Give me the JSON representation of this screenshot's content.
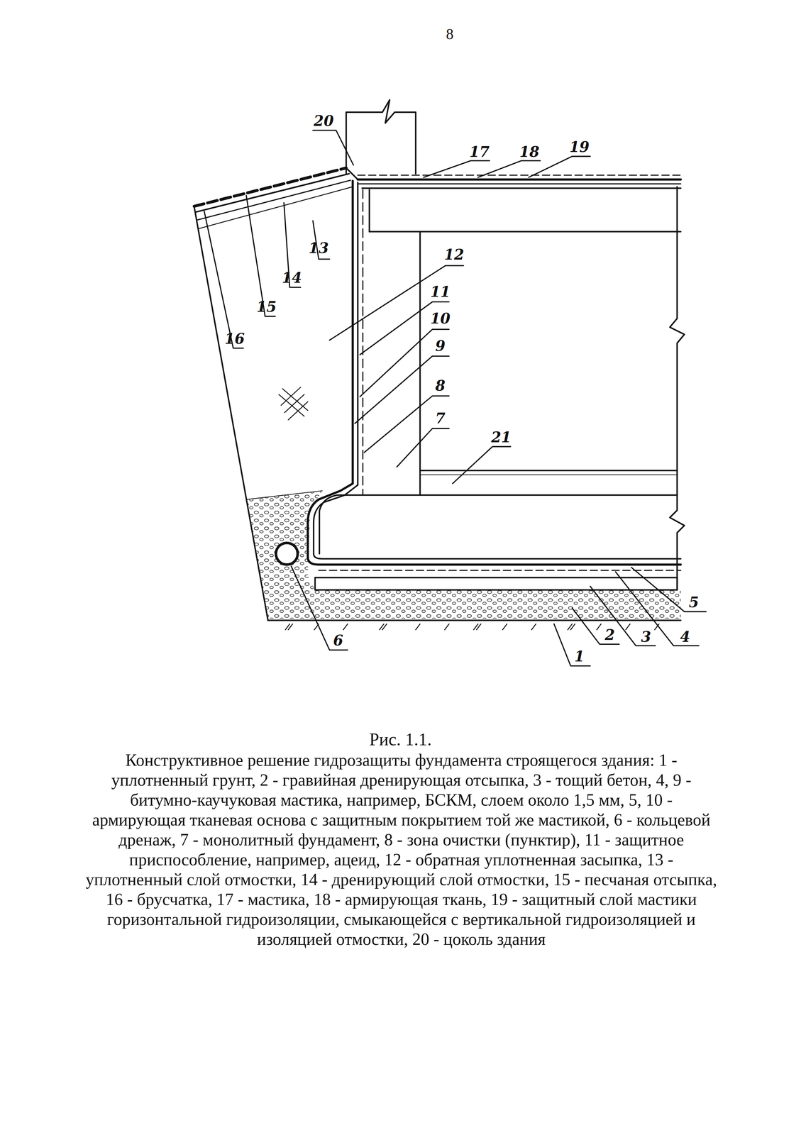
{
  "diagram": {
    "title": "Рис. 1.1.",
    "caption": "Конструктивное решение гидрозащиты фундамента строящегося здания: 1 - уплотненный грунт, 2 - гравийная дренирующая отсыпка, 3 - тощий бетон, 4, 9 - битумно-каучуковая мастика, например, БСКМ, слоем около 1,5 мм, 5, 10 - армирующая тканевая основа с защитным покрытием той же мастикой, 6 - кольцевой дренаж, 7 - монолитный фундамент, 8 - зона очистки (пунктир), 11 - защитное приспособление, например, ацеид, 12 - обратная уплотненная засыпка, 13 - уплотненный слой отмостки, 14 - дренирующий слой отмостки, 15 - песчаная отсыпка, 16 - брусчатка, 17 - мастика, 18 - армирующая ткань, 19 - защитный слой мастики горизонтальной гидроизоляции, смыкающейся с вертикальной гидроизоляцией и изоляцией отмостки, 20 - цоколь здания",
    "labels": [
      "8",
      "20",
      "17",
      "18",
      "19",
      "13",
      "14",
      "15",
      "16",
      "12",
      "11",
      "10",
      "9",
      "8",
      "7",
      "21",
      "5",
      "4",
      "3",
      "2",
      "1",
      "6"
    ]
  }
}
